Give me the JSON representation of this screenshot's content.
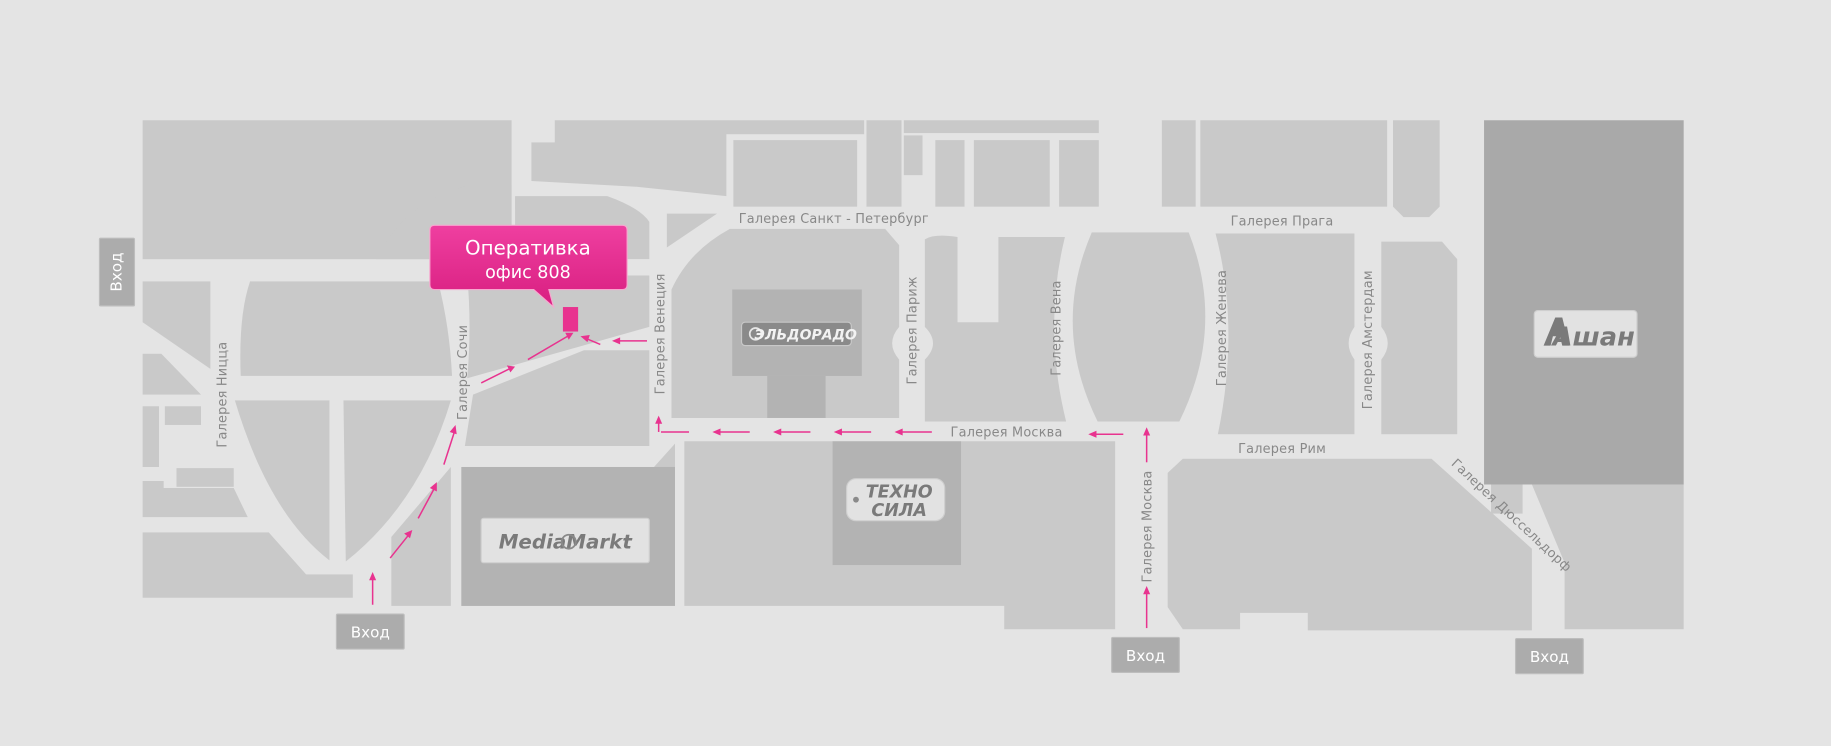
{
  "callout": {
    "title": "Оперативка",
    "subtitle": "офис 808",
    "color": "#e8338f"
  },
  "entrances": {
    "left": "Вход",
    "bottom_left": "Вход",
    "bottom_center": "Вход",
    "bottom_right": "Вход"
  },
  "streets": {
    "st_petersburg": "Галерея Санкт - Петербург",
    "praga": "Галерея Прага",
    "nice": "Галерея Ницца",
    "sochi": "Галерея Сочи",
    "venice": "Галерея Венеция",
    "paris": "Галерея Париж",
    "vienna": "Галерея Вена",
    "geneva": "Галерея Женева",
    "amsterdam": "Галерея Амстердам",
    "moscow_h": "Галерея Москва",
    "moscow_v": "Галерея Москва",
    "rome": "Галерея Рим",
    "dusseldorf": "Галерея Дюссельдорф"
  },
  "stores": {
    "eldorado": "ЭЛЬДОРАДО",
    "mediamarkt": "MediaMarkt",
    "tehnosila_top": "ТЕХНО",
    "tehnosila_bottom": "СИЛА",
    "auchan": "Ашан"
  },
  "colors": {
    "background": "#e4e4e4",
    "block": "#c9c9c9",
    "anchor_block": "#b3b3b3",
    "route": "#e8338f"
  }
}
